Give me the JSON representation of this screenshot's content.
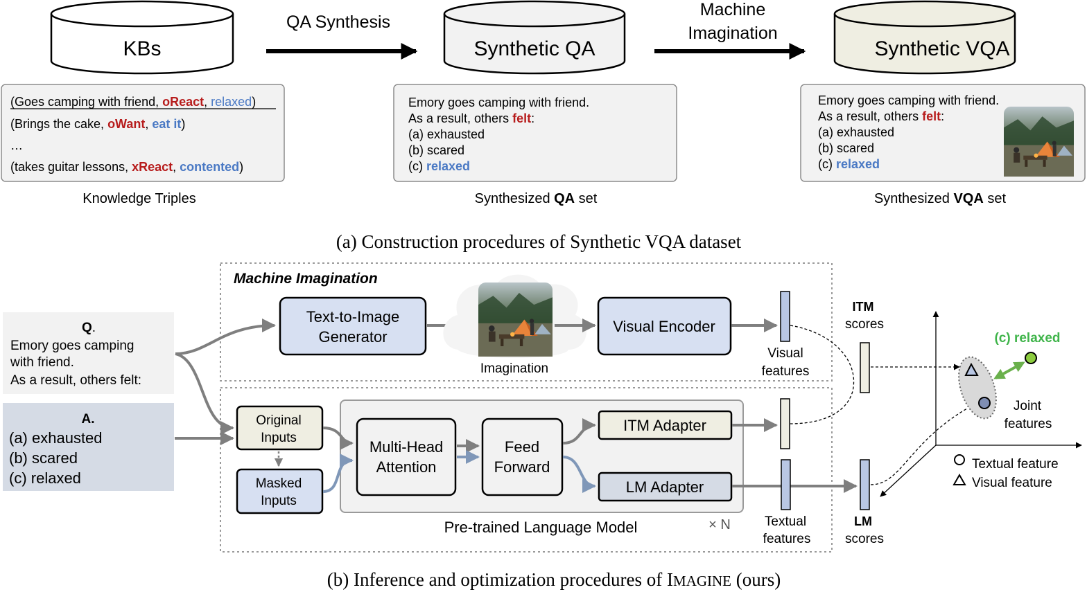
{
  "colors": {
    "red": "#b71c1c",
    "blue": "#4a79c4",
    "green": "#3fb44a",
    "box_gray": "#f2f2f2",
    "box_blue": "#d7e0f2",
    "box_beige": "#efeee2",
    "panel_slate": "#d5dbe5",
    "arrow_gray": "#7f7f7f"
  },
  "part_a": {
    "db_kbs": "KBs",
    "db_qa": "Synthetic QA",
    "db_vqa": "Synthetic VQA",
    "arrow_qa": "QA Synthesis",
    "arrow_mi_1": "Machine",
    "arrow_mi_2": "Imagination",
    "triples": [
      {
        "head": "(Goes camping with friend, ",
        "rel": "oReact",
        "sep": ", ",
        "tail": "relaxed",
        "end": ")"
      },
      {
        "head": "(Brings the cake, ",
        "rel": "oWant",
        "sep": ", ",
        "tail": "eat it",
        "end": ")"
      },
      {
        "ellipsis": "…"
      },
      {
        "head": "(takes guitar lessons, ",
        "rel": "xReact",
        "sep": ", ",
        "tail": "contented",
        "end": ")"
      }
    ],
    "cap_triples": "Knowledge Triples",
    "qa": {
      "line1": "Emory goes camping with friend.",
      "line2_pre": "As a result, others ",
      "line2_key": "felt",
      "line2_post": ":",
      "opt_a": "(a) exhausted",
      "opt_b": "(b) scared",
      "opt_c_pre": "(c) ",
      "opt_c_key": "relaxed"
    },
    "cap_qa_pre": "Synthesized ",
    "cap_qa_bold": "QA",
    "cap_qa_post": " set",
    "cap_vqa_pre": "Synthesized ",
    "cap_vqa_bold": "VQA",
    "cap_vqa_post": " set",
    "caption": "(a) Construction procedures of Synthetic VQA dataset"
  },
  "part_b": {
    "mi_title": "Machine Imagination",
    "q_label": "Q",
    "q_dot": ".",
    "q_lines": [
      "Emory goes camping",
      "with friend.",
      "As a result, others felt:"
    ],
    "a_label": "A.",
    "a_lines": [
      "(a) exhausted",
      "(b) scared",
      "(c) relaxed"
    ],
    "t2i_1": "Text-to-Image",
    "t2i_2": "Generator",
    "imagination": "Imagination",
    "visual_encoder": "Visual Encoder",
    "visual_features_1": "Visual",
    "visual_features_2": "features",
    "itm_scores_1": "ITM",
    "itm_scores_2": "scores",
    "orig_inputs_1": "Original",
    "orig_inputs_2": "Inputs",
    "masked_inputs_1": "Masked",
    "masked_inputs_2": "Inputs",
    "mha_1": "Multi-Head",
    "mha_2": "Attention",
    "ff_1": "Feed",
    "ff_2": "Forward",
    "itm_adapter": "ITM Adapter",
    "lm_adapter": "LM Adapter",
    "plm": "Pre-trained Language Model",
    "times_n": "× N",
    "textual_features_1": "Textual",
    "textual_features_2": "features",
    "lm_scores_1": "LM",
    "lm_scores_2": "scores",
    "relaxed_label": "(c) relaxed",
    "joint_1": "Joint",
    "joint_2": "features",
    "legend_textual": "Textual feature",
    "legend_visual": "Visual feature",
    "caption_pre": "(b) Inference and optimization procedures of I",
    "caption_sc": "MAGINE",
    "caption_post": " (ours)"
  }
}
